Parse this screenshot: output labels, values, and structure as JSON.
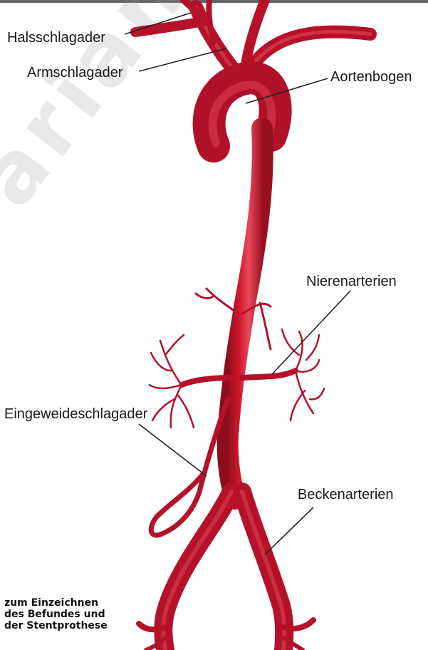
{
  "labels": {
    "halsschlagader": "Halsschlagader",
    "armschlagader": "Armschlagader",
    "aortenbogen": "Aortenbogen",
    "nierenarterien": "Nierenarterien",
    "eingeweideschlagader": "Eingeweideschlagader",
    "beckenarterien": "Beckenarterien"
  },
  "note": {
    "line1": "zum Einzeichnen",
    "line2": "des Befundes und",
    "line3": "der Stentprothese"
  },
  "watermark": "arian Heal",
  "colors": {
    "artery": "#c8142a",
    "artery_dark": "#8e0d1c",
    "artery_light": "#e8485a",
    "leader": "#222222"
  }
}
